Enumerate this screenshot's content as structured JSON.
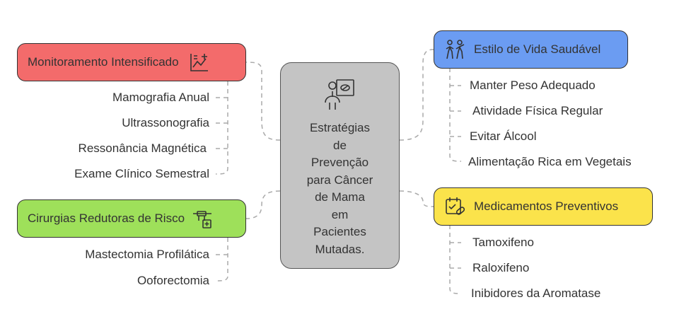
{
  "center": {
    "title": "Estratégias\nde\nPrevenção\npara Câncer\nde Mama\nem\nPacientes\nMutadas.",
    "icon": "doctor-presentation-icon"
  },
  "branches": [
    {
      "label": "Monitoramento Intensificado",
      "color": "#f36b6b",
      "icon": "chart-plus-icon",
      "items": [
        "Mamografia Anual",
        "Ultrassonografia",
        "Ressonância Magnética",
        "Exame Clínico Semestral"
      ]
    },
    {
      "label": "Cirurgias Redutoras de Risco",
      "color": "#9ee05a",
      "icon": "surgery-icon",
      "items": [
        "Mastectomia Profilática",
        "Ooforectomia"
      ]
    },
    {
      "label": "Estilo de Vida Saudável",
      "color": "#6b9cf2",
      "icon": "exercise-icon",
      "items": [
        "Manter Peso Adequado",
        "Atividade Física Regular",
        "Evitar Álcool",
        "Alimentação Rica em Vegetais"
      ]
    },
    {
      "label": "Medicamentos Preventivos",
      "color": "#fbe34b",
      "icon": "medication-calendar-icon",
      "items": [
        "Tamoxifeno",
        "Raloxifeno",
        "Inibidores da Aromatase"
      ]
    }
  ]
}
